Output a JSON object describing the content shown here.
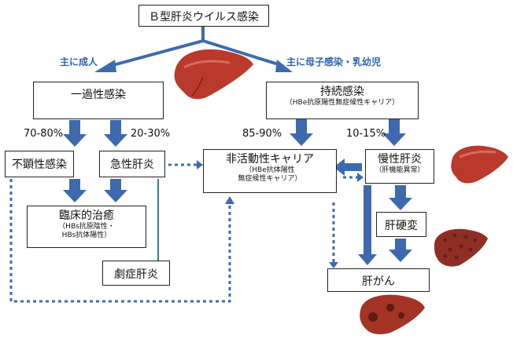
{
  "title": "Ｂ型肝炎ウイルス感染",
  "routes": {
    "adult": "主に成人",
    "mother_child": "主に母子感染・乳幼児"
  },
  "transient": {
    "label": "一過性感染"
  },
  "persistent": {
    "label": "持続感染",
    "sub": "（HBe抗原陽性無症候性キャリア）"
  },
  "percents": {
    "inapparent": "70-80%",
    "acute": "20-30%",
    "inactive": "85-90%",
    "chronic": "10-15%"
  },
  "inapparent": {
    "label": "不顕性感染"
  },
  "acute": {
    "label": "急性肝炎"
  },
  "inactive": {
    "label": "非活動性キャリア",
    "sub1": "（HBe抗体陽性",
    "sub2": "無症候性キャリア）"
  },
  "chronic": {
    "label": "慢性肝炎",
    "sub": "（肝機能異常）"
  },
  "cure": {
    "label": "臨床的治癒",
    "sub1": "（HBs抗原陰性・",
    "sub2": "HBs抗体陽性）"
  },
  "cirrhosis": {
    "label": "肝硬変"
  },
  "fulminant": {
    "label": "劇症肝炎"
  },
  "cancer": {
    "label": "肝がん"
  },
  "colors": {
    "arrow": "#3d6aae",
    "liver": "#b93a2c",
    "liver_dark": "#7a231a",
    "route_text": "#2e64b3"
  }
}
